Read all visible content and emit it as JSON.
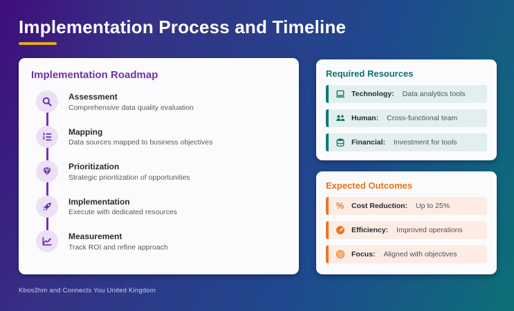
{
  "title": "Implementation Process and Timeline",
  "footer": "Kbos2hm and Connects You United Kingdom",
  "colors": {
    "bg_gradient_start": "#3f0d7b",
    "bg_gradient_mid": "#1e4a8e",
    "bg_gradient_end": "#0c7077",
    "title_underline": "#e3a91c",
    "roadmap_accent": "#7a2bb8",
    "resources_accent": "#0f766e",
    "outcomes_accent": "#f0741e"
  },
  "roadmap": {
    "heading": "Implementation Roadmap",
    "steps": [
      {
        "icon": "search-icon",
        "title": "Assessment",
        "desc": "Comprehensive data quality evaluation"
      },
      {
        "icon": "numbered-list-icon",
        "title": "Mapping",
        "desc": "Data sources mapped to business objectives"
      },
      {
        "icon": "gem-icon",
        "title": "Prioritization",
        "desc": "Strategic prioritization of opportunities"
      },
      {
        "icon": "rocket-icon",
        "title": "Implementation",
        "desc": "Execute with dedicated resources"
      },
      {
        "icon": "chart-line-icon",
        "title": "Measurement",
        "desc": "Track ROI and refine approach"
      }
    ]
  },
  "resources": {
    "heading": "Required Resources",
    "items": [
      {
        "icon": "laptop-icon",
        "label": "Technology",
        "text": "Data analytics tools"
      },
      {
        "icon": "users-icon",
        "label": "Human",
        "text": "Cross-functional team"
      },
      {
        "icon": "coins-icon",
        "label": "Financial",
        "text": "Investment for tools"
      }
    ]
  },
  "outcomes": {
    "heading": "Expected Outcomes",
    "items": [
      {
        "icon": "percent-icon",
        "label": "Cost Reduction",
        "text": "Up to 25%"
      },
      {
        "icon": "gauge-icon",
        "label": "Efficiency",
        "text": "Improved operations"
      },
      {
        "icon": "target-icon",
        "label": "Focus",
        "text": "Aligned with objectives"
      }
    ]
  }
}
